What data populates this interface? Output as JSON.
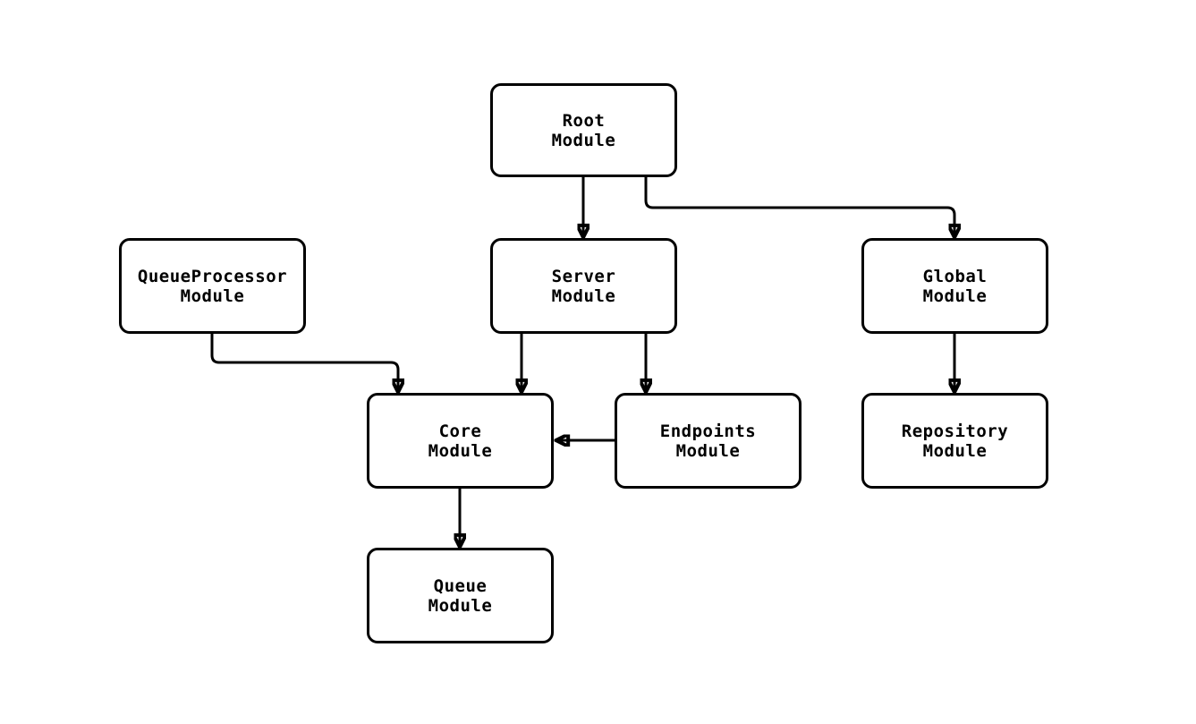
{
  "diagram": {
    "type": "module-dependency-graph",
    "colors": {
      "background": "#ffffff",
      "node_fill": "#ffffff",
      "node_border": "#000000",
      "edge": "#000000",
      "text": "#000000"
    },
    "nodes": {
      "root": {
        "label": "Root\nModule"
      },
      "queue_processor": {
        "label": "QueueProcessor\nModule"
      },
      "server": {
        "label": "Server\nModule"
      },
      "global": {
        "label": "Global\nModule"
      },
      "core": {
        "label": "Core\nModule"
      },
      "endpoints": {
        "label": "Endpoints\nModule"
      },
      "repository": {
        "label": "Repository\nModule"
      },
      "queue": {
        "label": "Queue\nModule"
      }
    },
    "edges": [
      {
        "from": "root",
        "to": "server"
      },
      {
        "from": "root",
        "to": "global"
      },
      {
        "from": "queue_processor",
        "to": "core"
      },
      {
        "from": "server",
        "to": "core"
      },
      {
        "from": "server",
        "to": "endpoints"
      },
      {
        "from": "endpoints",
        "to": "core"
      },
      {
        "from": "global",
        "to": "repository"
      },
      {
        "from": "core",
        "to": "queue"
      }
    ]
  }
}
